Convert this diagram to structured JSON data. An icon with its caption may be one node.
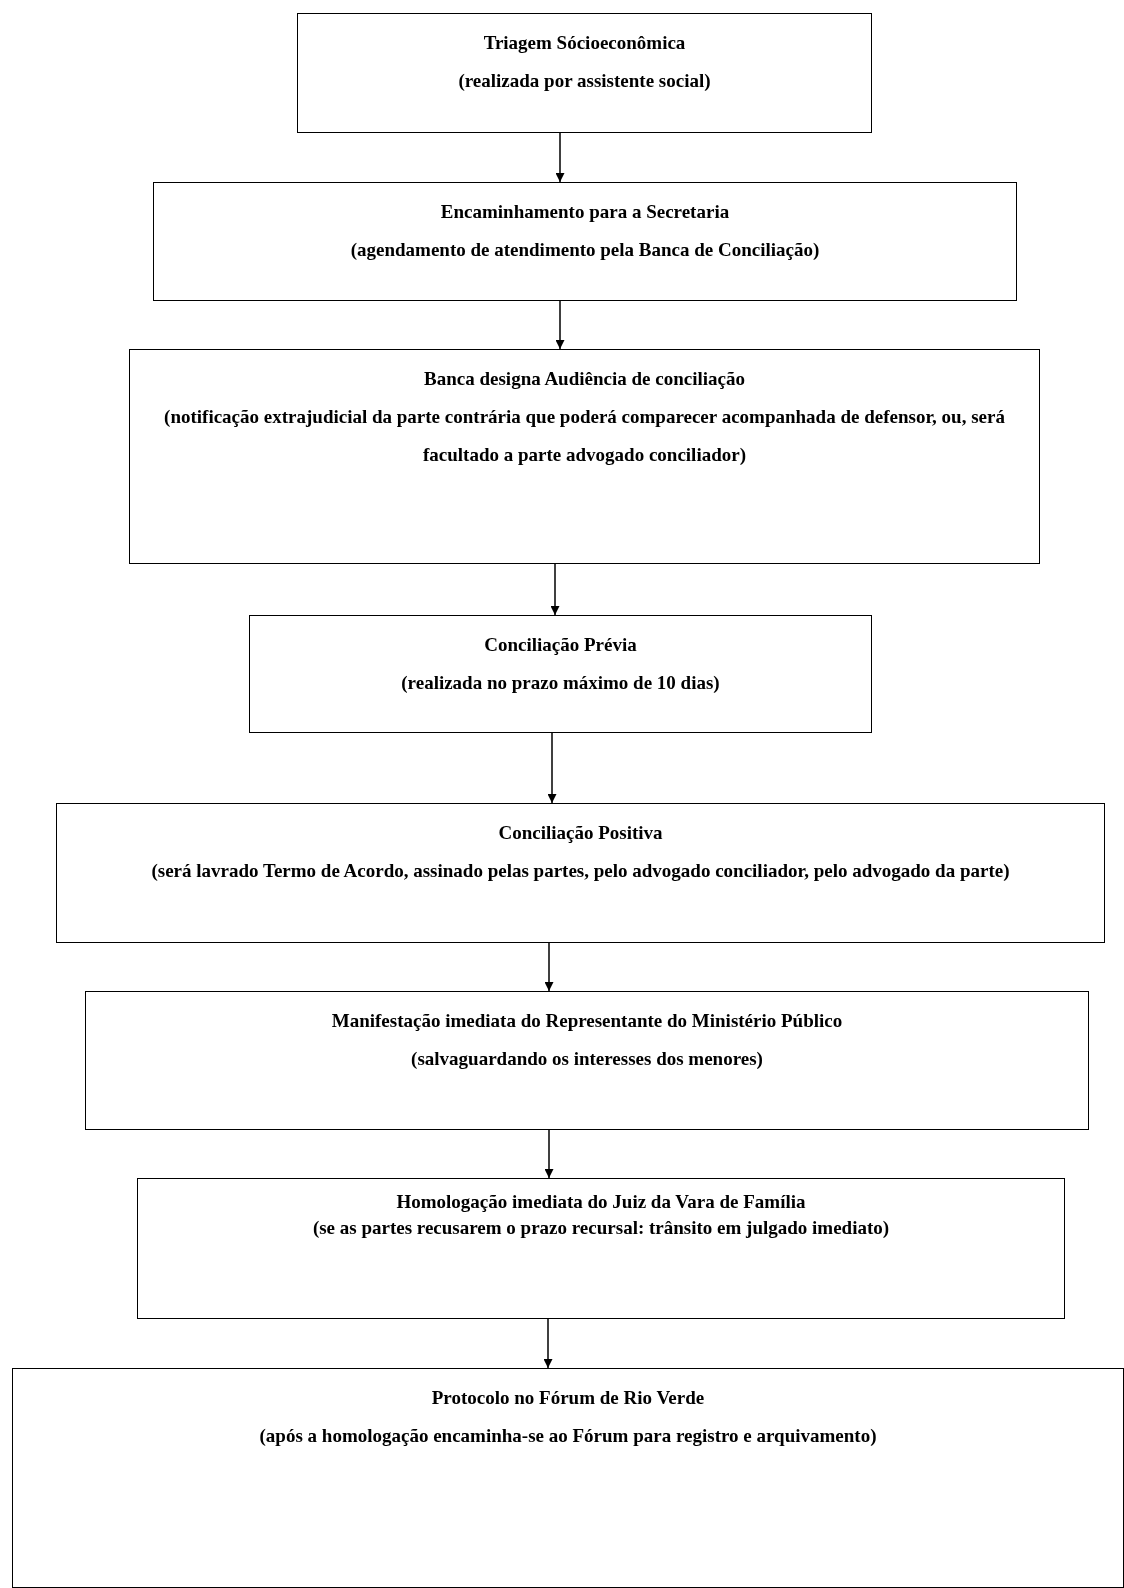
{
  "diagram": {
    "nodes": [
      {
        "text": [
          "Triagem Sócioeconômica",
          "(realizada por assistente social)"
        ]
      },
      {
        "text": [
          "Encaminhamento para a Secretaria",
          "(agendamento de atendimento pela Banca de Conciliação)"
        ]
      },
      {
        "text": [
          "Banca designa Audiência de conciliação",
          "(notificação extrajudicial da parte contrária que poderá comparecer acompanhada de defensor, ou, será facultado a parte advogado conciliador)"
        ]
      },
      {
        "text": [
          "Conciliação Prévia",
          "(realizada no prazo máximo de 10 dias)"
        ]
      },
      {
        "text": [
          "Conciliação Positiva",
          "(será lavrado Termo de Acordo, assinado pelas partes, pelo advogado conciliador, pelo advogado da parte)"
        ]
      },
      {
        "text": [
          "Manifestação imediata do Representante do Ministério Público",
          "(salvaguardando os interesses dos menores)"
        ]
      },
      {
        "text": [
          "Homologação imediata do Juiz da Vara de Família",
          "(se as partes recusarem o prazo recursal: trânsito em julgado imediato)"
        ]
      },
      {
        "text": [
          "Protocolo no Fórum de Rio Verde",
          "(após a homologação encaminha-se ao Fórum para registro e arquivamento)"
        ]
      }
    ],
    "edges": [
      {
        "from": 0,
        "to": 1,
        "arrow": "to"
      },
      {
        "from": 1,
        "to": 2,
        "arrow": "to"
      },
      {
        "from": 2,
        "to": 3,
        "arrow": "to"
      },
      {
        "from": 3,
        "to": 4,
        "arrow": "to"
      },
      {
        "from": 4,
        "to": 5,
        "arrow": "to"
      },
      {
        "from": 5,
        "to": 6,
        "arrow": "to"
      },
      {
        "from": 6,
        "to": 7,
        "arrow": "to"
      }
    ]
  }
}
